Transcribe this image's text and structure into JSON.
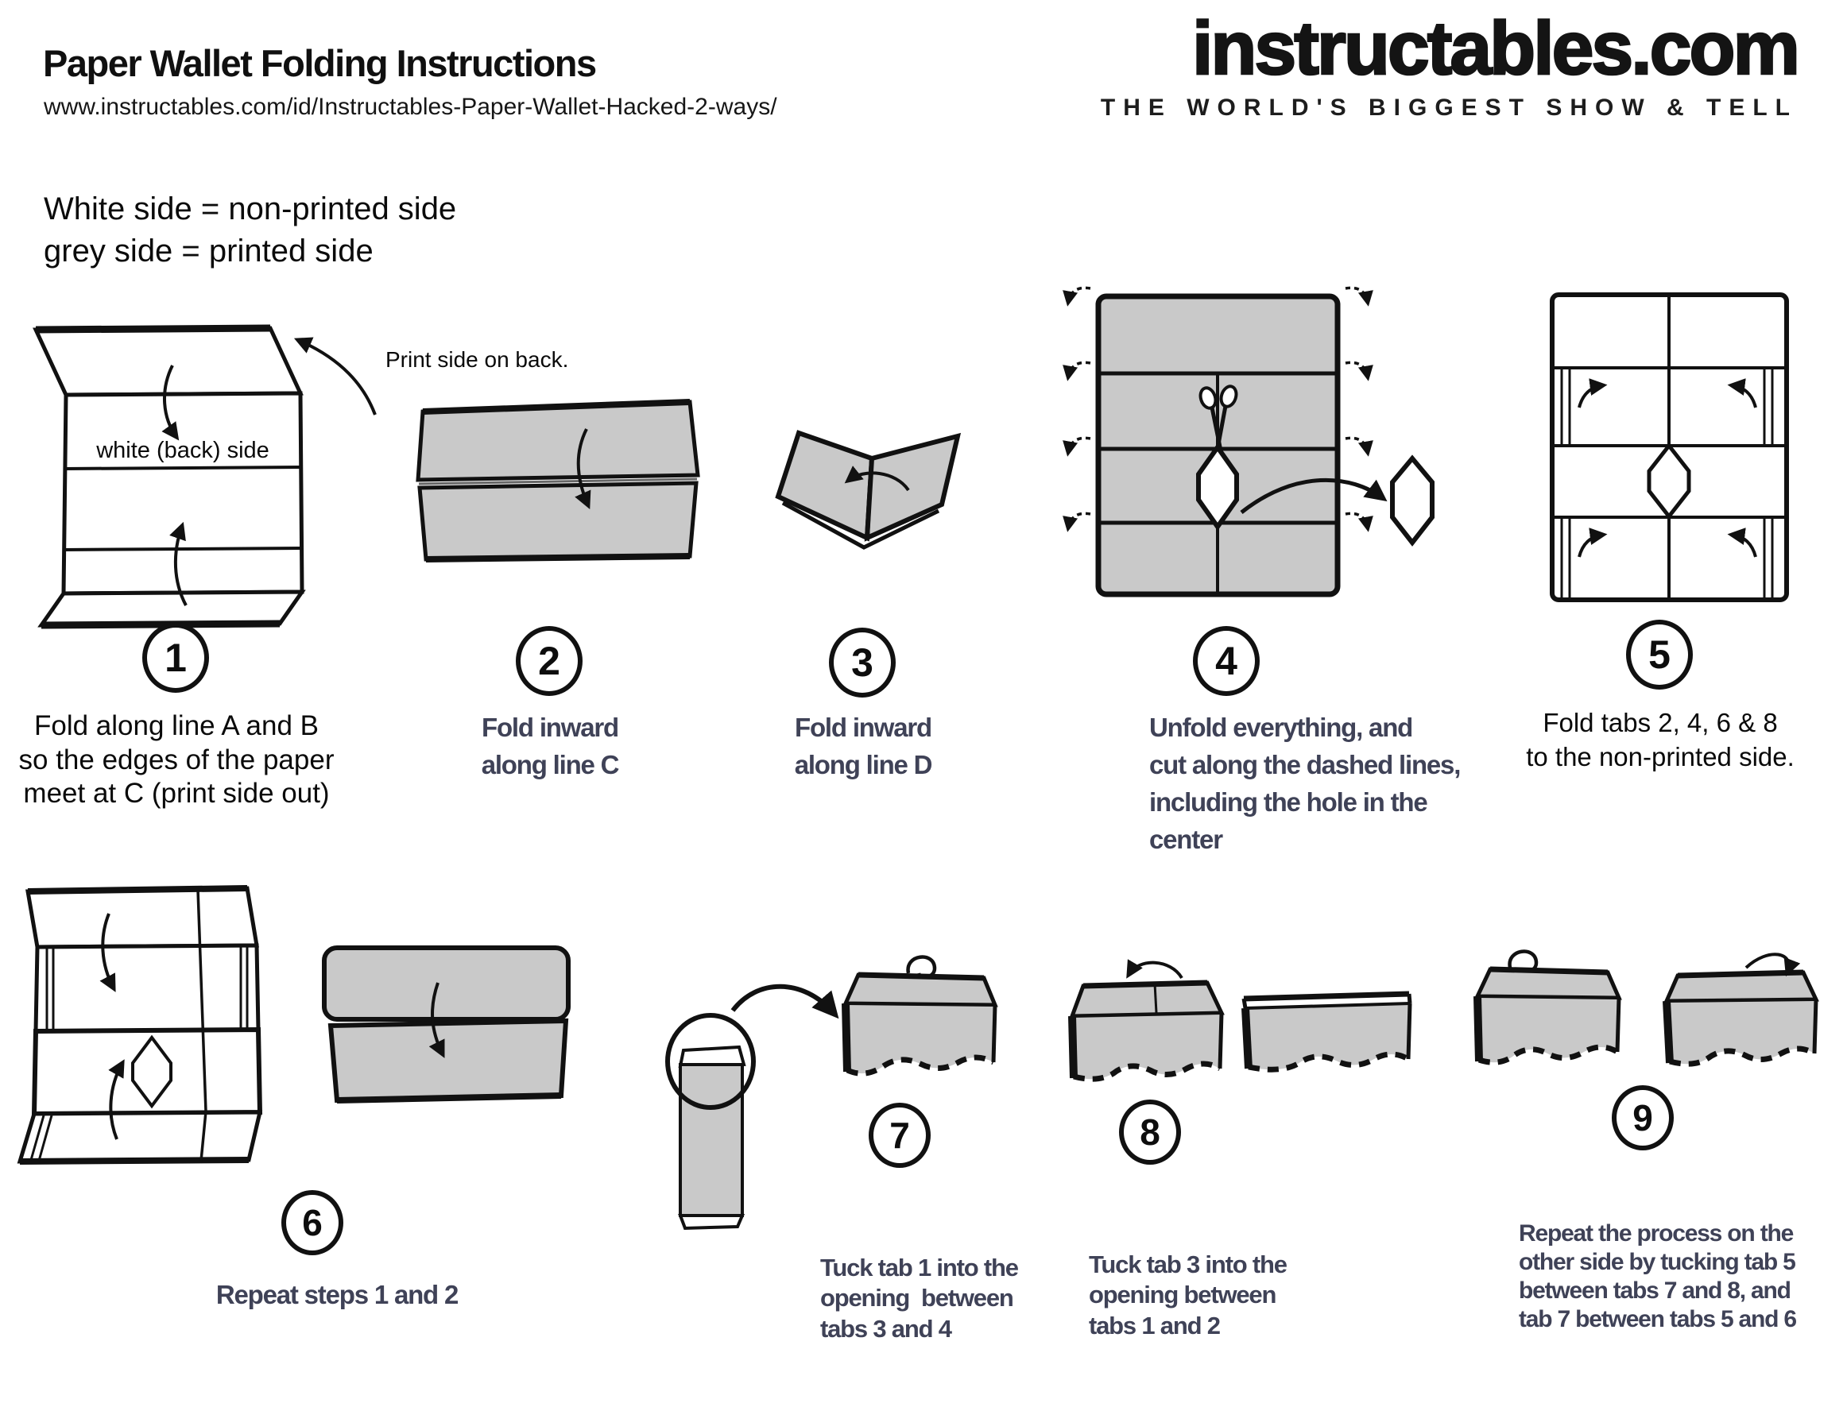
{
  "page": {
    "title": "Paper Wallet Folding Instructions",
    "url": "www.instructables.com/id/Instructables-Paper-Wallet-Hacked-2-ways/",
    "logo": {
      "brand": "instructables.com",
      "tagline": "THE WORLD'S BIGGEST SHOW & TELL"
    },
    "legend": {
      "line1": "White side = non-printed side",
      "line2": "grey side = printed side"
    }
  },
  "annotations": {
    "print_side_note": "Print side on back.",
    "white_back_side": "white (back) side"
  },
  "steps": [
    {
      "number": "1",
      "caption": "Fold along line A and B\nso the edges of the paper\nmeet at C (print side out)"
    },
    {
      "number": "2",
      "caption": "Fold inward\nalong line C"
    },
    {
      "number": "3",
      "caption": "Fold inward\nalong line D"
    },
    {
      "number": "4",
      "caption": "Unfold everything, and\ncut along the dashed lines,\nincluding the hole in the\ncenter"
    },
    {
      "number": "5",
      "caption": "Fold tabs 2, 4, 6 & 8\nto the non-printed side."
    },
    {
      "number": "6",
      "caption": "Repeat steps 1 and 2"
    },
    {
      "number": "7",
      "caption": "Tuck tab 1 into the\nopening  between\ntabs 3 and 4"
    },
    {
      "number": "8",
      "caption": "Tuck tab 3 into the\nopening between\ntabs 1 and 2"
    },
    {
      "number": "9",
      "caption": "Repeat the process on the\nother side by tucking tab 5\nbetween tabs 7 and 8, and\ntab 7 between tabs 5 and 6"
    }
  ],
  "colors": {
    "paper_gray": "#c9c9c9",
    "ink": "#111111",
    "caption_color": "#3f4257"
  }
}
